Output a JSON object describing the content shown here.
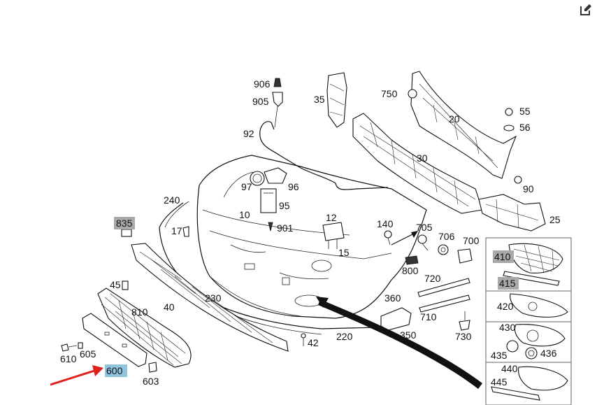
{
  "edit_icon": "edit-icon",
  "labels": {
    "l906": "906",
    "l905": "905",
    "l92": "92",
    "l35": "35",
    "l750": "750",
    "l55": "55",
    "l56": "56",
    "l20": "20",
    "l30": "30",
    "l90": "90",
    "l97": "97",
    "l96": "96",
    "l95": "95",
    "l10": "10",
    "l901": "901",
    "l240": "240",
    "l835": "835",
    "l17": "17",
    "l12": "12",
    "l15": "15",
    "l140": "140",
    "l705": "705",
    "l706": "706",
    "l700": "700",
    "l25": "25",
    "l800": "800",
    "l410": "410",
    "l415": "415",
    "l720": "720",
    "l45": "45",
    "l810": "810",
    "l40": "40",
    "l230": "230",
    "l360": "360",
    "l420": "420",
    "l710": "710",
    "l430": "430",
    "l350": "350",
    "l730": "730",
    "l220": "220",
    "l42": "42",
    "l435": "435",
    "l436": "436",
    "l610": "610",
    "l605": "605",
    "l440": "440",
    "l600": "600",
    "l445": "445",
    "l603": "603"
  },
  "highlights": {
    "gray": "#a9a9a9",
    "blue": "#8fc3de",
    "arrow": "#e0201c"
  }
}
